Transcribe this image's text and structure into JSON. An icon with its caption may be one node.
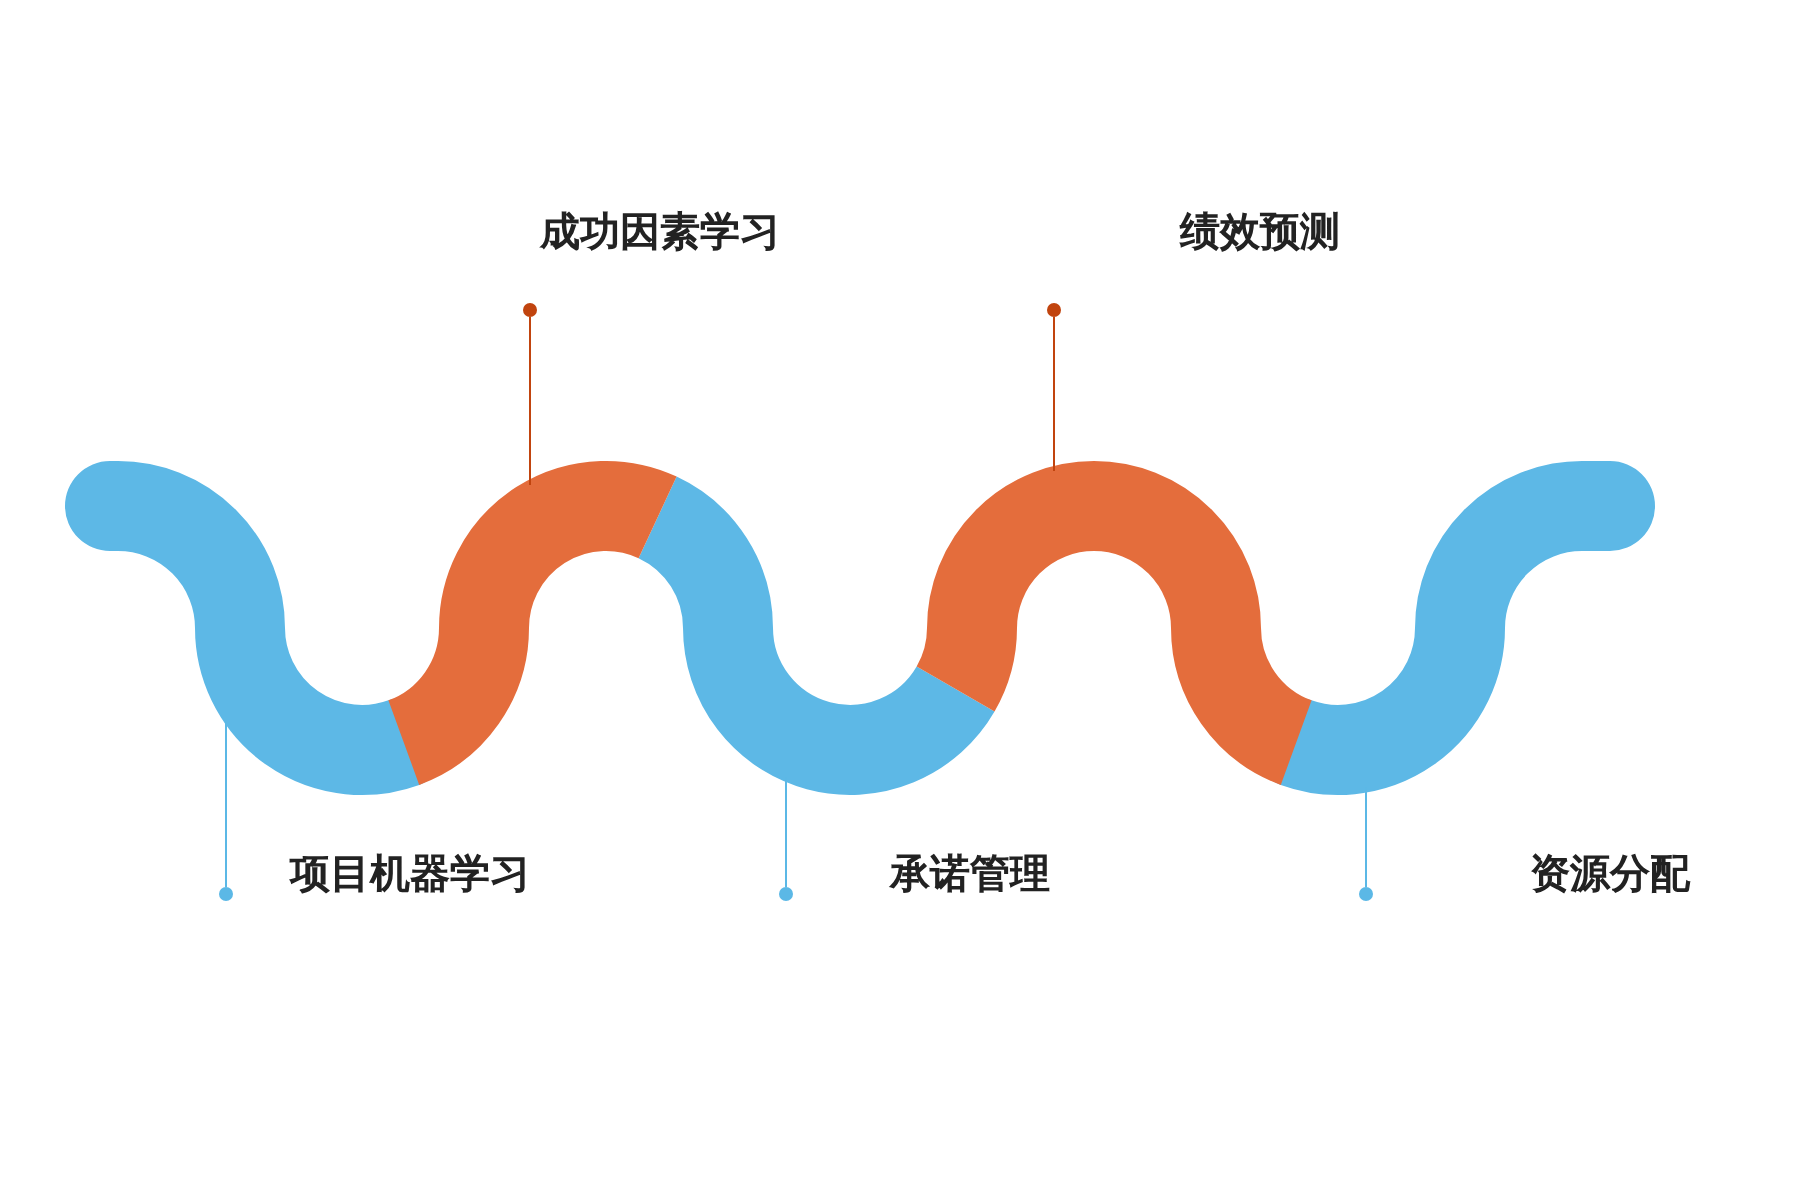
{
  "diagram": {
    "nodes": [
      {
        "text": [],
        "shape": "circle"
      },
      {
        "text": [],
        "shape": "circle"
      },
      {
        "text": [],
        "shape": "circle"
      },
      {
        "text": [],
        "shape": "circle"
      },
      {
        "text": [],
        "shape": "circle"
      },
      {
        "text": [],
        "shape": "bar"
      },
      {
        "text": [],
        "shape": "bar"
      },
      {
        "text": [],
        "shape": "bar"
      },
      {
        "text": [],
        "shape": "bar"
      },
      {
        "text": [],
        "shape": "bar"
      }
    ],
    "edges": [
      {
        "from": 0,
        "to": 6,
        "arrow": "none",
        "color": "#c1440e"
      },
      {
        "from": 1,
        "to": 8,
        "arrow": "none",
        "color": "#c1440e"
      },
      {
        "from": 2,
        "to": 5,
        "arrow": "none"
      },
      {
        "from": 3,
        "to": 7,
        "arrow": "none"
      },
      {
        "from": 4,
        "to": 9,
        "arrow": "none"
      }
    ],
    "labels": [
      "成功因素学习",
      "绩效预测",
      "项目机器学习",
      "承诺管理",
      "资源分配"
    ]
  }
}
